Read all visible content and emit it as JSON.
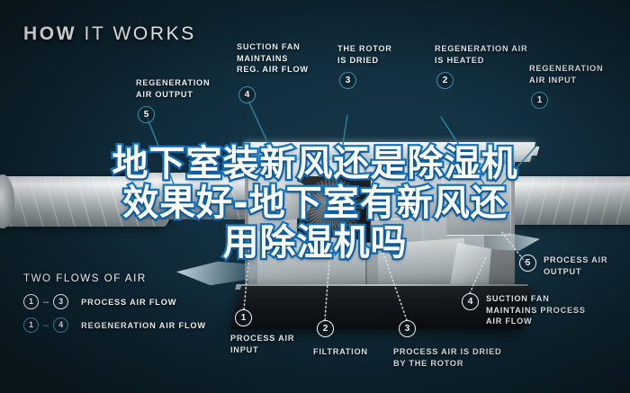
{
  "title": {
    "bold": "HOW",
    "rest": " IT WORKS"
  },
  "top_labels": [
    {
      "id": "regeneration-air-output",
      "text": "REGENERATION\nAIR OUTPUT",
      "marker": "5"
    },
    {
      "id": "suction-fan-reg",
      "text": "SUCTION FAN\nMAINTAINS\nREG. AIR FLOW",
      "marker": "4"
    },
    {
      "id": "the-rotor-is-dried",
      "text": "THE ROTOR\nIS DRIED",
      "marker": "3"
    },
    {
      "id": "regeneration-air-heated",
      "text": "REGENERATION AIR\nIS HEATED",
      "marker": "2"
    },
    {
      "id": "regeneration-air-input",
      "text": "REGENERATION\nAIR INPUT",
      "marker": "1"
    }
  ],
  "right_label": {
    "id": "process-air-output",
    "text": "PROCESS AIR\nOUTPUT",
    "marker": "5"
  },
  "bottom_labels": [
    {
      "id": "process-air-input",
      "text": "PROCESS AIR\nINPUT",
      "marker": "1"
    },
    {
      "id": "filtration",
      "text": "FILTRATION",
      "marker": "2"
    },
    {
      "id": "process-air-dried",
      "text": "PROCESS AIR IS DRIED\nBY THE ROTOR",
      "marker": "3"
    },
    {
      "id": "suction-fan-process",
      "text": "SUCTION FAN\nMAINTAINS PROCESS\nAIR FLOW",
      "marker": "4"
    }
  ],
  "legend": {
    "title": "TWO FLOWS OF AIR",
    "rows": [
      {
        "from": "1",
        "dash": "–",
        "to": "3",
        "label": "PROCESS AIR FLOW",
        "style": "white"
      },
      {
        "from": "1",
        "dash": "–",
        "to": "4",
        "label": "REGENERATION AIR FLOW",
        "style": "teal"
      }
    ]
  },
  "overlay": {
    "line1": "地下室装新风还是除湿机",
    "line2": "效果好-地下室有新风还",
    "line3": "用除湿机吗"
  },
  "colors": {
    "background_dark": "#0c1f27",
    "background_mid": "#13303f",
    "accent_teal": "#3e90ad",
    "leader_teal": "#2d7f9e",
    "overlay_stroke": "#1278c8",
    "text_white": "#ffffff"
  }
}
